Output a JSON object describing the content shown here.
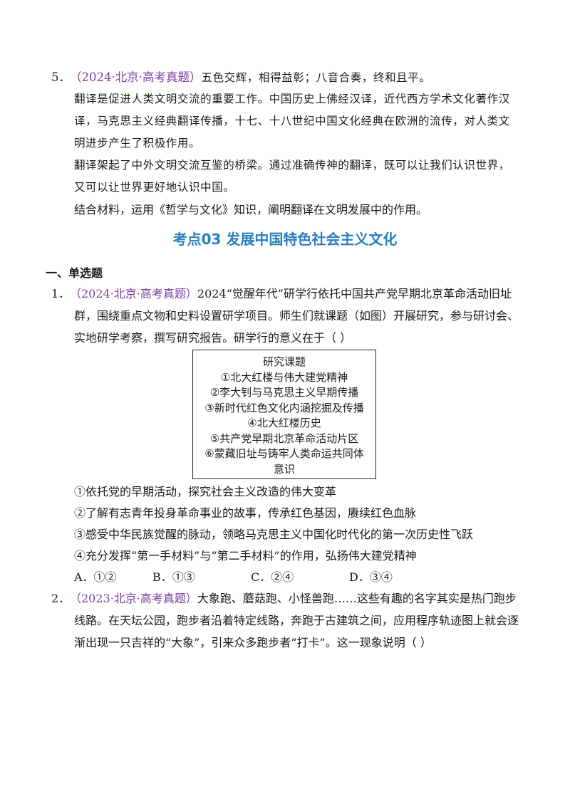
{
  "q5": {
    "number": "5．",
    "source": "（2024·北京·高考真题）",
    "stem": "五色交辉，相得益彰；八音合奏，终和且平。",
    "para1": [
      "翻译是促进人类文明交流的重要工作。中国历史上佛经汉译，近代西方学术文化著作汉",
      "译，马克思主义经典翻译传播，十七、十八世纪中国文化经典在欧洲的流传，对人类文",
      "明进步产生了积极作用。"
    ],
    "para2": [
      "翻译架起了中外文明交流互鉴的桥梁。通过准确传神的翻译，既可以让我们认识世界，",
      "又可以让世界更好地认识中国。"
    ],
    "task": "结合材料，运用《哲学与文化》知识，阐明翻译在文明发展中的作用。"
  },
  "section_title": "考点03  发展中国特色社会主义文化",
  "subheading": "一、单选题",
  "q1": {
    "number": "1．",
    "source": "（2024·北京·高考真题）",
    "line1_rest": "2024“觉醒年代”研学行依托中国共产党早期北京革命活动旧址",
    "line2": "群，围绕重点文物和史料设置研学项目。师生们就课题（如图）开展研究，参与研讨会、",
    "line3": "实地研学考察，撰写研究报告。研学行的意义在于（    ）",
    "box": {
      "title": "研究课题",
      "items": [
        "①北大红楼与伟大建党精神",
        "②李大钊与马克思主义早期传播",
        "③新时代红色文化内涵挖掘及传播",
        "④北大红楼历史",
        "⑤共产党早期北京革命活动片区",
        "⑥蒙藏旧址与铸牢人类命运共同体",
        "意识"
      ]
    },
    "statements": [
      "①依托党的早期活动，探究社会主义改造的伟大变革",
      "②了解有志青年投身革命事业的故事，传承红色基因，赓续红色血脉",
      "③感受中华民族觉醒的脉动，领略马克思主义中国化时代化的第一次历史性飞跃",
      "④充分发挥“第一手材料”与“第二手材料”的作用，弘扬伟大建党精神"
    ],
    "options": [
      "A．①②",
      "B．①③",
      "C．②④",
      "D．③④"
    ]
  },
  "q2": {
    "number": "2．",
    "source": "（2023·北京·高考真题）",
    "line1_rest": "大象跑、蘑菇跑、小怪兽跑……这些有趣的名字其实是热门跑步",
    "line2": "线路。在天坛公园，跑步者沿着特定线路，奔跑于古建筑之间，应用程序轨迹图上就会逐",
    "line3": "渐出现一只吉祥的“大象”，引来众多跑步者“打卡”。这一现象说明（    ）"
  }
}
